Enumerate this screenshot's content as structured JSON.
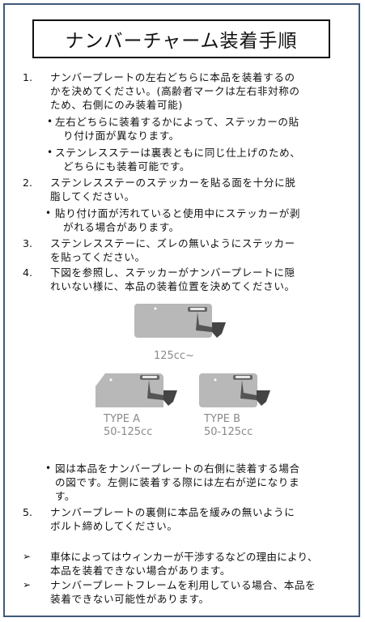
{
  "title": "ナンバーチャーム装着手順",
  "steps": [
    {
      "num": "1.",
      "lines": [
        "ナンバープレートの左右どちらに本品を装着するの",
        "かを決めてください。(高齢者マークは左右非対称の",
        "ため、右側にのみ装着可能)"
      ]
    },
    {
      "num": "2.",
      "lines": [
        "ステンレスステーのステッカーを貼る面を十分に脱",
        "脂してください。"
      ]
    },
    {
      "num": "3.",
      "lines": [
        "ステンレスステーに、ズレの無いようにステッカー",
        "を貼ってください。"
      ]
    },
    {
      "num": "4.",
      "lines": [
        "下図を参照し、ステッカーがナンバープレートに隠",
        "れいない様に、本品の装着位置を決めてください。"
      ]
    },
    {
      "num": "5.",
      "lines": [
        "ナンバープレートの裏側に本品を緩みの無いように",
        "ボルト締めしてください。"
      ]
    }
  ],
  "step1_bullets": [
    [
      "左右どちらに装着するかによって、ステッカーの貼",
      "り付け面が異なります。"
    ],
    [
      "ステンレスステーは裏表ともに同じ仕上げのため、",
      "どちらにも装着可能です。"
    ]
  ],
  "step2_bullets": [
    [
      "貼り付け面が汚れていると使用中にステッカーが剥",
      "がれる場合があります。"
    ]
  ],
  "figure_note": [
    "図は本品をナンバープレートの右側に装着する場合",
    "の図です。左側に装着する際には左右が逆になりま",
    "す。"
  ],
  "notes": [
    [
      "車体によってはウィンカーが干渉するなどの理由により、",
      "本品を装着できない場合があります。"
    ],
    [
      "ナンバープレートフレームを利用している場合、本品を",
      "装着できない可能性があります。"
    ]
  ],
  "diagram": {
    "label_main": "125cc~",
    "type_a": {
      "name": "TYPE A",
      "cc": "50-125cc"
    },
    "type_b": {
      "name": "TYPE B",
      "cc": "50-125cc"
    },
    "colors": {
      "plate": "#b8b8b8",
      "bracket": "#555555",
      "text": "#8a8a8a"
    }
  },
  "bullet_glyph": "•",
  "arrow_glyph": "➢"
}
